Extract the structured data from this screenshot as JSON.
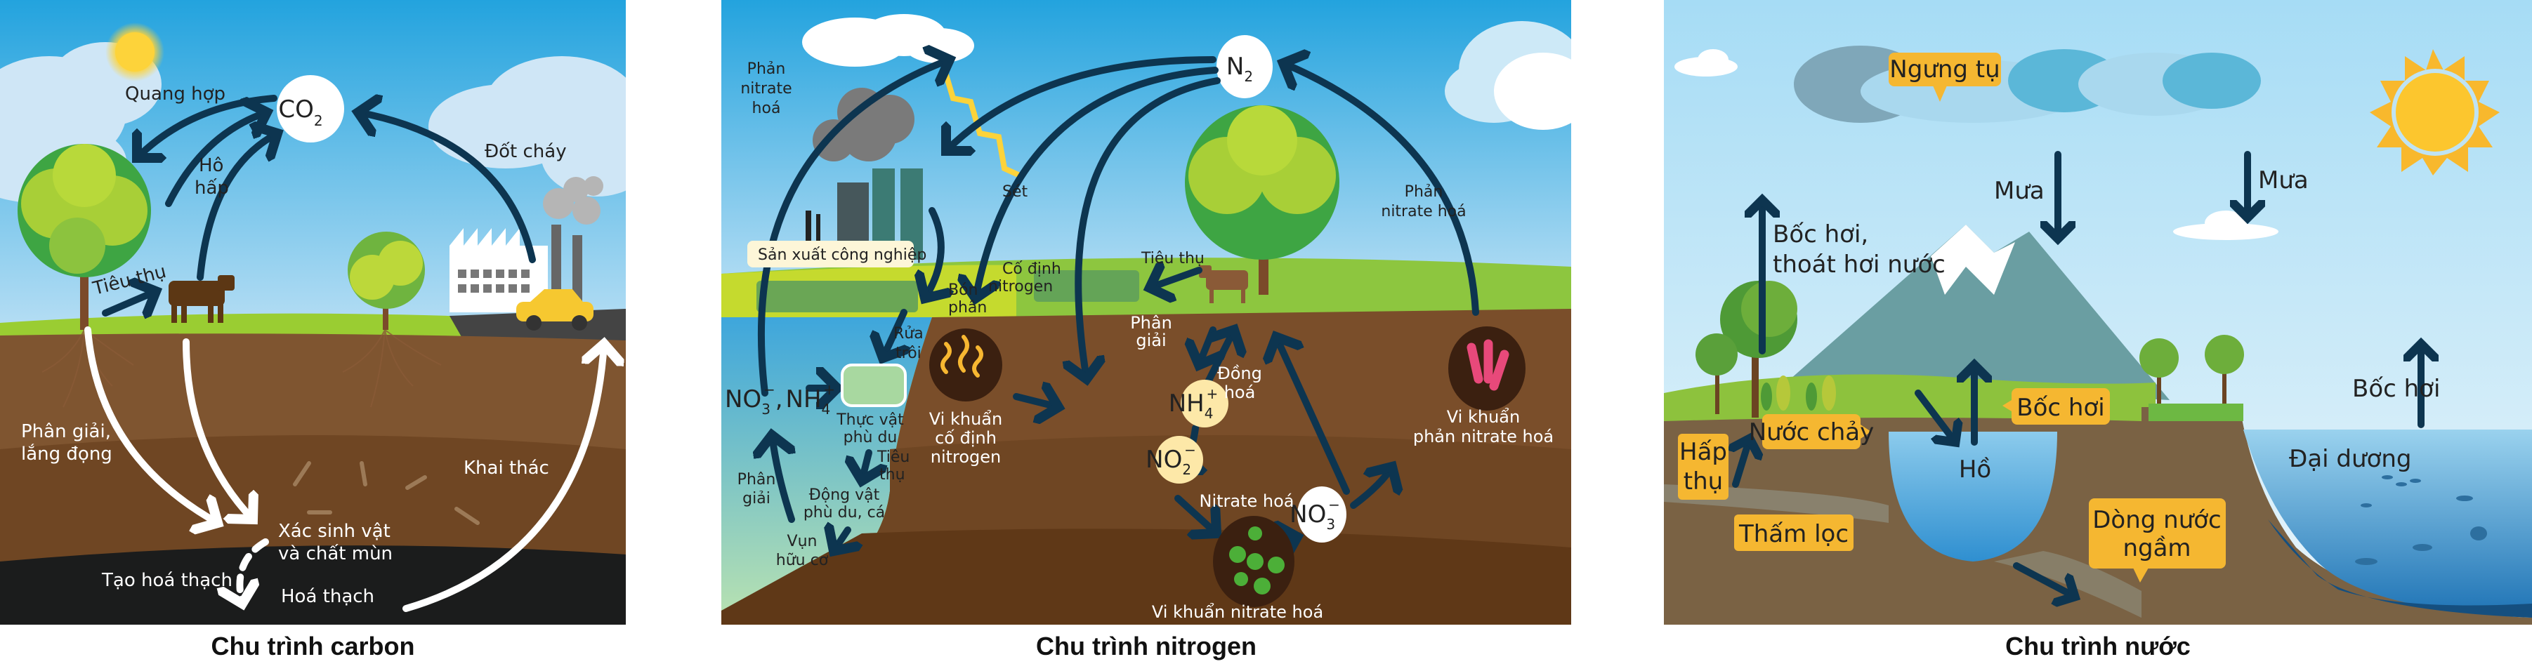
{
  "captions": {
    "carbon": "Chu trình carbon",
    "nitrogen": "Chu trình nitrogen",
    "water": "Chu trình nước"
  },
  "carbon": {
    "co2": {
      "main": "CO",
      "sub": "2"
    },
    "labels": {
      "photosynthesis": "Quang hợp",
      "respiration_1": "Hô",
      "respiration_2": "hấp",
      "combustion": "Đốt cháy",
      "consumption": "Tiêu thụ",
      "decomposition_1": "Phân giải,",
      "decomposition_2": "lắng đọng",
      "remains_1": "Xác sinh vật",
      "remains_2": "và chất mùn",
      "fossilization": "Tạo hoá thạch",
      "fossil": "Hoá thạch",
      "extraction": "Khai thác"
    },
    "colors": {
      "sky": "#2aa8e0",
      "grass": "#9acd32",
      "soil": "#7a4e2a",
      "deep_soil": "#6e4322",
      "fossil_layer": "#1b1c1c",
      "arrow": "#0d3550"
    }
  },
  "nitrogen": {
    "n2": {
      "main": "N",
      "sub": "2"
    },
    "nh4": {
      "main": "NH",
      "sub": "4",
      "sup": "+"
    },
    "no2": {
      "main": "NO",
      "sub": "2",
      "sup": "−"
    },
    "no3": {
      "main": "NO",
      "sub": "3",
      "sup": "−"
    },
    "water_ions": {
      "a_main": "NO",
      "a_sub": "3",
      "a_sup": "−",
      "sep": ",",
      "b_main": "NH",
      "b_sub": "4",
      "b_sup": "+"
    },
    "labels": {
      "denitrification_left_1": "Phản",
      "denitrification_left_2": "nitrate",
      "denitrification_left_3": "hoá",
      "lightning": "Sét",
      "industry": "Sản xuất công nghiệp",
      "fertilizer_1": "Bón",
      "fertilizer_2": "phân",
      "fixation_1": "Cố định",
      "fixation_2": "nitrogen",
      "consumption": "Tiêu thụ",
      "denitrification_right_1": "Phản",
      "denitrification_right_2": "nitrate hoá",
      "runoff_1": "Rửa",
      "runoff_2": "trôi",
      "phytoplankton_1": "Thực vật",
      "phytoplankton_2": "phù du",
      "consumption_water_1": "Tiêu",
      "consumption_water_2": "thụ",
      "zooplankton_1": "Động vật",
      "zooplankton_2": "phù du, cá",
      "detritus_1": "Vụn",
      "detritus_2": "hữu cơ",
      "decomp_water_1": "Phân",
      "decomp_water_2": "giải",
      "fixing_bacteria_1": "Vi khuẩn",
      "fixing_bacteria_2": "cố định",
      "fixing_bacteria_3": "nitrogen",
      "decomp_soil_1": "Phân",
      "decomp_soil_2": "giải",
      "assimilation_1": "Đồng",
      "assimilation_2": "hoá",
      "nitrification": "Nitrate hoá",
      "nitrifying_bacteria": "Vi khuẩn nitrate hoá",
      "denitrifying_bacteria_1": "Vi khuẩn",
      "denitrifying_bacteria_2": "phản nitrate hoá"
    },
    "colors": {
      "sky": "#2aa8e0",
      "grass": "#8dc63f",
      "water": "#58b3dd",
      "soil": "#7a4e2a",
      "node": "#fde8a8",
      "arrow": "#0d3550",
      "lightning": "#fcd33a"
    }
  },
  "water": {
    "labels": {
      "condensation": "Ngưng tụ",
      "rain_1": "Mưa",
      "rain_2": "Mưa",
      "evapotranspiration_1": "Bốc hơi,",
      "evapotranspiration_2": "thoát hơi nước",
      "evaporation_lake": "Bốc hơi",
      "evaporation_ocean": "Bốc hơi",
      "runoff": "Nước chảy",
      "absorption_1": "Hấp",
      "absorption_2": "thụ",
      "lake": "Hồ",
      "infiltration": "Thấm lọc",
      "groundwater_1": "Dòng nước",
      "groundwater_2": "ngầm",
      "ocean": "Đại dương"
    },
    "colors": {
      "sky": "#d6eef9",
      "tag": "#f5b731",
      "mountain": "#6fa0a3",
      "soil": "#7a6244",
      "ocean": "#3b8fc6",
      "arrow": "#0d3550"
    }
  }
}
